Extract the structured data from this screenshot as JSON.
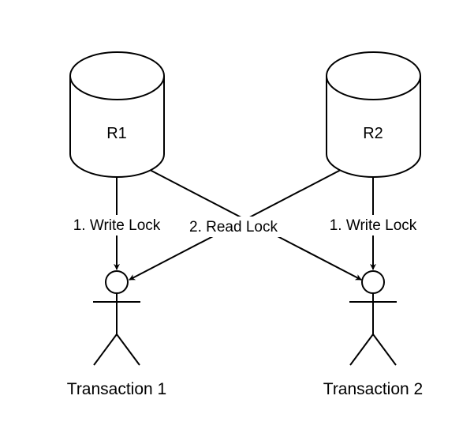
{
  "resources": [
    {
      "id": "r1",
      "label": "R1"
    },
    {
      "id": "r2",
      "label": "R2"
    }
  ],
  "actors": [
    {
      "id": "t1",
      "label": "Transaction 1"
    },
    {
      "id": "t2",
      "label": "Transaction 2"
    }
  ],
  "edges": [
    {
      "from": "R1",
      "to": "Transaction 1",
      "label": "1. Write Lock"
    },
    {
      "from": "R2",
      "to": "Transaction 2",
      "label": "1. Write Lock"
    },
    {
      "from": "R1",
      "to": "Transaction 2",
      "label": "2. Read Lock"
    },
    {
      "from": "R2",
      "to": "Transaction 1",
      "label": ""
    }
  ],
  "colors": {
    "stroke": "#000000",
    "background": "#ffffff"
  }
}
